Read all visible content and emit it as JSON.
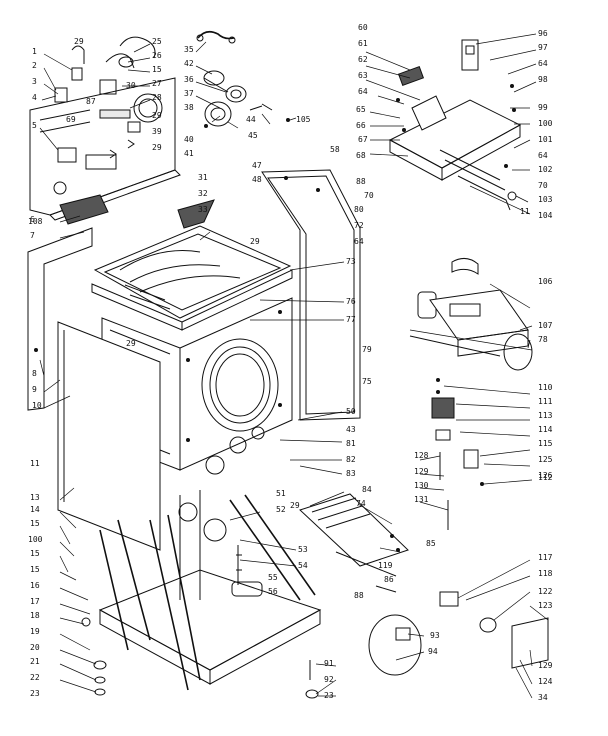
{
  "callouts": [
    {
      "label": "1"
    },
    {
      "label": "2"
    },
    {
      "label": "3"
    },
    {
      "label": "4"
    },
    {
      "label": "5"
    },
    {
      "label": "6"
    },
    {
      "label": "7"
    },
    {
      "label": "8"
    },
    {
      "label": "9"
    },
    {
      "label": "10"
    },
    {
      "label": "11"
    },
    {
      "label": "13"
    },
    {
      "label": "14"
    },
    {
      "label": "15"
    },
    {
      "label": "100"
    },
    {
      "label": "15"
    },
    {
      "label": "15"
    },
    {
      "label": "16"
    },
    {
      "label": "17"
    },
    {
      "label": "18"
    },
    {
      "label": "19"
    },
    {
      "label": "20"
    },
    {
      "label": "21"
    },
    {
      "label": "22"
    },
    {
      "label": "23"
    },
    {
      "label": "29"
    },
    {
      "label": "25"
    },
    {
      "label": "26"
    },
    {
      "label": "15"
    },
    {
      "label": "27"
    },
    {
      "label": "28"
    },
    {
      "label": "30"
    },
    {
      "label": "87"
    },
    {
      "label": "29"
    },
    {
      "label": "39"
    },
    {
      "label": "29"
    },
    {
      "label": "69"
    },
    {
      "label": "108"
    },
    {
      "label": "35"
    },
    {
      "label": "42"
    },
    {
      "label": "36"
    },
    {
      "label": "37"
    },
    {
      "label": "38"
    },
    {
      "label": "44"
    },
    {
      "label": "40"
    },
    {
      "label": "41"
    },
    {
      "label": "45"
    },
    {
      "label": "105"
    },
    {
      "label": "31"
    },
    {
      "label": "32"
    },
    {
      "label": "33"
    },
    {
      "label": "47"
    },
    {
      "label": "48"
    },
    {
      "label": "58"
    },
    {
      "label": "29"
    },
    {
      "label": "73"
    },
    {
      "label": "76"
    },
    {
      "label": "77"
    },
    {
      "label": "29"
    },
    {
      "label": "43"
    },
    {
      "label": "50"
    },
    {
      "label": "81"
    },
    {
      "label": "82"
    },
    {
      "label": "83"
    },
    {
      "label": "29"
    },
    {
      "label": "51"
    },
    {
      "label": "52"
    },
    {
      "label": "53"
    },
    {
      "label": "54"
    },
    {
      "label": "55"
    },
    {
      "label": "56"
    },
    {
      "label": "60"
    },
    {
      "label": "61"
    },
    {
      "label": "62"
    },
    {
      "label": "63"
    },
    {
      "label": "64"
    },
    {
      "label": "65"
    },
    {
      "label": "66"
    },
    {
      "label": "67"
    },
    {
      "label": "68"
    },
    {
      "label": "88"
    },
    {
      "label": "70"
    },
    {
      "label": "80"
    },
    {
      "label": "72"
    },
    {
      "label": "64"
    },
    {
      "label": "96"
    },
    {
      "label": "97"
    },
    {
      "label": "64"
    },
    {
      "label": "98"
    },
    {
      "label": "99"
    },
    {
      "label": "100"
    },
    {
      "label": "101"
    },
    {
      "label": "64"
    },
    {
      "label": "102"
    },
    {
      "label": "70"
    },
    {
      "label": "103"
    },
    {
      "label": "104"
    },
    {
      "label": "106"
    },
    {
      "label": "107"
    },
    {
      "label": "78"
    },
    {
      "label": "79"
    },
    {
      "label": "75"
    },
    {
      "label": "110"
    },
    {
      "label": "111"
    },
    {
      "label": "113"
    },
    {
      "label": "114"
    },
    {
      "label": "115"
    },
    {
      "label": "125"
    },
    {
      "label": "126"
    },
    {
      "label": "112"
    },
    {
      "label": "128"
    },
    {
      "label": "129"
    },
    {
      "label": "130"
    },
    {
      "label": "131"
    },
    {
      "label": "84"
    },
    {
      "label": "74"
    },
    {
      "label": "85"
    },
    {
      "label": "119"
    },
    {
      "label": "86"
    },
    {
      "label": "88"
    },
    {
      "label": "117"
    },
    {
      "label": "118"
    },
    {
      "label": "122"
    },
    {
      "label": "123"
    },
    {
      "label": "93"
    },
    {
      "label": "94"
    },
    {
      "label": "91"
    },
    {
      "label": "92"
    },
    {
      "label": "23"
    },
    {
      "label": "129"
    },
    {
      "label": "124"
    },
    {
      "label": "34"
    },
    {
      "label": "11"
    }
  ]
}
